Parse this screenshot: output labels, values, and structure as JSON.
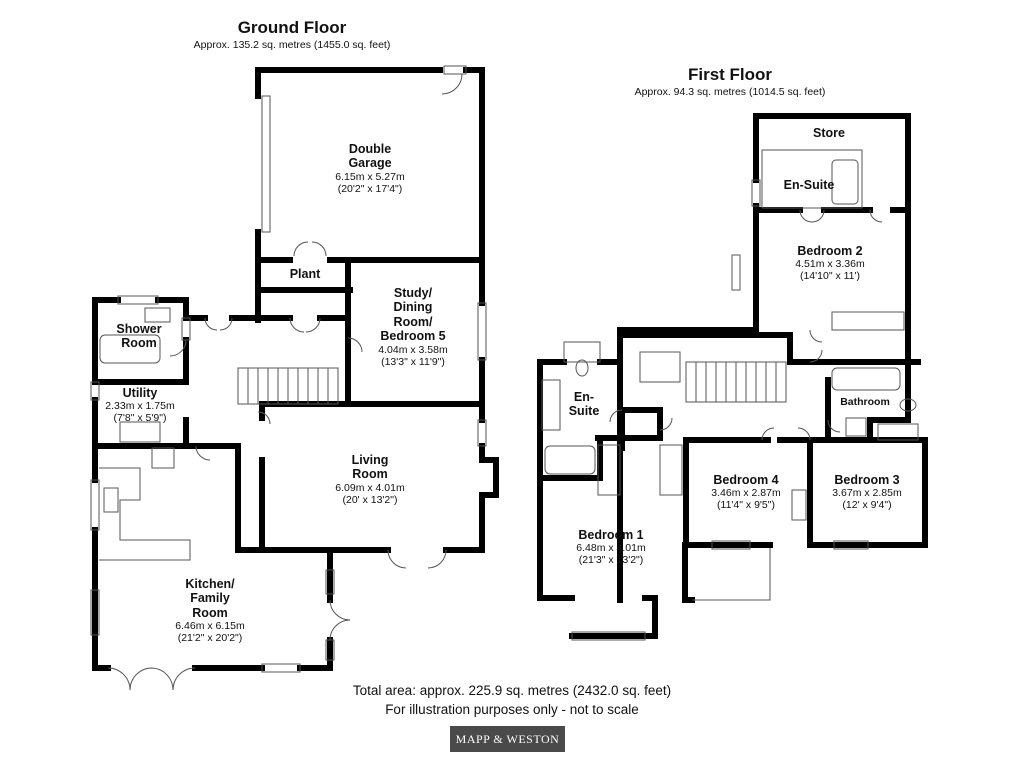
{
  "ground_floor": {
    "title": "Ground Floor",
    "area": "Approx. 135.2 sq. metres (1455.0 sq. feet)",
    "rooms": {
      "garage": {
        "name": "Double\nGarage",
        "dim_m": "6.15m x 5.27m",
        "dim_ft": "(20'2\" x 17'4\")"
      },
      "plant": {
        "name": "Plant"
      },
      "study": {
        "name": "Study/\nDining\nRoom/\nBedroom 5",
        "dim_m": "4.04m x 3.58m",
        "dim_ft": "(13'3\" x 11'9\")"
      },
      "shower": {
        "name": "Shower\nRoom"
      },
      "utility": {
        "name": "Utility",
        "dim_m": "2.33m x 1.75m",
        "dim_ft": "(7'8\" x 5'9\")"
      },
      "living": {
        "name": "Living\nRoom",
        "dim_m": "6.09m x 4.01m",
        "dim_ft": "(20' x 13'2\")"
      },
      "kitchen": {
        "name": "Kitchen/\nFamily\nRoom",
        "dim_m": "6.46m x 6.15m",
        "dim_ft": "(21'2\" x 20'2\")"
      }
    }
  },
  "first_floor": {
    "title": "First Floor",
    "area": "Approx. 94.3 sq. metres (1014.5 sq. feet)",
    "rooms": {
      "store": {
        "name": "Store"
      },
      "ensuite2": {
        "name": "En-Suite"
      },
      "bed2": {
        "name": "Bedroom 2",
        "dim_m": "4.51m x 3.36m",
        "dim_ft": "(14'10\" x 11')"
      },
      "ensuite1": {
        "name": "En-\nSuite"
      },
      "bathroom": {
        "name": "Bathroom"
      },
      "bed4": {
        "name": "Bedroom 4",
        "dim_m": "3.46m x 2.87m",
        "dim_ft": "(11'4\" x 9'5\")"
      },
      "bed3": {
        "name": "Bedroom 3",
        "dim_m": "3.67m x 2.85m",
        "dim_ft": "(12' x 9'4\")"
      },
      "bed1": {
        "name": "Bedroom 1",
        "dim_m": "6.48m x 4.01m",
        "dim_ft": "(21'3\" x 13'2\")"
      }
    }
  },
  "footer": {
    "total_area": "Total area: approx. 225.9 sq. metres (2432.0 sq. feet)",
    "disclaimer": "For illustration purposes only - not to scale",
    "logo": "MAPP & WESTON"
  },
  "colors": {
    "wall": "#000000",
    "fixture": "#555555",
    "logo_bg": "#4a4a4a"
  }
}
